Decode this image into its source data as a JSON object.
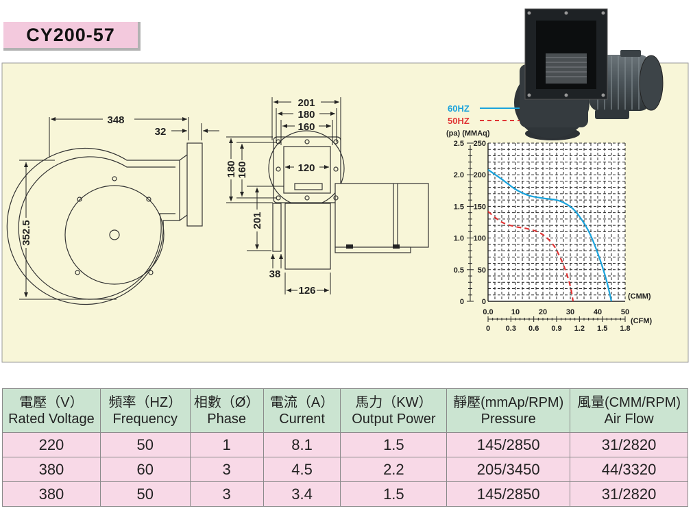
{
  "model": "CY200-57",
  "drawing_labels": {
    "side_width": "348",
    "side_outlet": "32",
    "side_height": "352.5",
    "front_201_top": "201",
    "front_180_top": "180",
    "front_160_top": "160",
    "front_120": "120",
    "front_180_left": "180",
    "front_160_left": "160",
    "front_201_left": "201",
    "front_38": "38",
    "front_126": "126"
  },
  "chart_data": {
    "type": "line",
    "legend": [
      {
        "label": "60HZ",
        "style": "solid",
        "color": "#1aa3dc"
      },
      {
        "label": "50HZ",
        "style": "dashed",
        "color": "#e03535"
      }
    ],
    "y_units": "(pa)  (MMAq)",
    "x_units_cmm": "(CMM)",
    "x_units_cfm": "(CFM)",
    "y_mmaq_ticks": [
      "2.5",
      "2.0",
      "1.5",
      "1.0",
      "0.5",
      "0"
    ],
    "y_pa_ticks": [
      "250",
      "200",
      "150",
      "100",
      "50",
      "0"
    ],
    "x_cmm_ticks": [
      "0.0",
      "10",
      "20",
      "30",
      "40",
      "50"
    ],
    "x_cfm_ticks": [
      "0",
      "0.3",
      "0.6",
      "0.9",
      "1.2",
      "1.5",
      "1.8"
    ],
    "xlim": [
      0,
      50
    ],
    "ylim": [
      0,
      250
    ],
    "grid": true,
    "series": [
      {
        "name": "60HZ",
        "x": [
          0,
          5,
          10,
          15,
          20,
          25,
          28,
          31,
          34,
          37,
          40,
          43,
          45
        ],
        "y": [
          208,
          193,
          177,
          167,
          163,
          160,
          155,
          146,
          130,
          108,
          76,
          36,
          0
        ]
      },
      {
        "name": "50HZ",
        "x": [
          0,
          3,
          6,
          10,
          14,
          18,
          21,
          24,
          26,
          28,
          30,
          31
        ],
        "y": [
          142,
          131,
          123,
          118,
          115,
          110,
          102,
          88,
          72,
          52,
          24,
          0
        ]
      }
    ]
  },
  "table": {
    "headers": [
      [
        "電壓（V）",
        "Rated Voltage"
      ],
      [
        "頻率（HZ）",
        "Frequency"
      ],
      [
        "相數（Ø）",
        "Phase"
      ],
      [
        "電流（A）",
        "Current"
      ],
      [
        "馬力（KW）",
        "Output Power"
      ],
      [
        "靜壓(mmAp/RPM)",
        "Pressure"
      ],
      [
        "風量(CMM/RPM)",
        "Air Flow"
      ]
    ],
    "rows": [
      [
        "220",
        "50",
        "1",
        "8.1",
        "1.5",
        "145/2850",
        "31/2820"
      ],
      [
        "380",
        "60",
        "3",
        "4.5",
        "2.2",
        "205/3450",
        "44/3320"
      ],
      [
        "380",
        "50",
        "3",
        "3.4",
        "1.5",
        "145/2850",
        "31/2820"
      ]
    ]
  },
  "colors": {
    "panel_bg": "#f8f6d8",
    "title_bg": "#f3c9dd",
    "header_bg": "#cbe4d1",
    "row_bg": "#f8d9e7",
    "line_60hz": "#1aa3dc",
    "line_50hz": "#e03535"
  }
}
